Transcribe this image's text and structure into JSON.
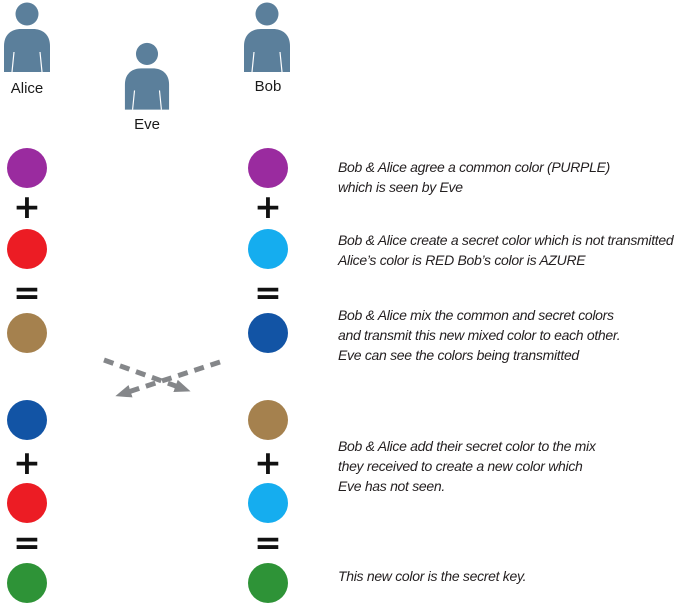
{
  "people": {
    "alice": {
      "label": "Alice"
    },
    "eve": {
      "label": "Eve"
    },
    "bob": {
      "label": "Bob"
    }
  },
  "operators": {
    "plus": "+",
    "equals": "="
  },
  "colors": {
    "person": "#5B7F9B",
    "purple": "#9A2B9F",
    "red": "#EC1C24",
    "azure": "#15ADEF",
    "blue": "#1254A5",
    "brown": "#A5814E",
    "green": "#2E9337",
    "arrow": "#85878A",
    "text": "#231F20"
  },
  "annotations": [
    {
      "lines": [
        "Bob & Alice agree a common color (PURPLE)",
        "which is seen by Eve"
      ]
    },
    {
      "lines": [
        "Bob & Alice create a secret color which is not transmitted",
        "Alice’s color is RED Bob’s color is AZURE"
      ]
    },
    {
      "lines": [
        "Bob & Alice mix the common and secret colors",
        "and transmit this new mixed color to each other.",
        "Eve can see the colors being transmitted"
      ]
    },
    {
      "lines": [
        "Bob & Alice add their secret color to the mix",
        "they received to create a new color which",
        "Eve has not seen."
      ]
    },
    {
      "lines": [
        "This new color is the secret key."
      ]
    }
  ]
}
